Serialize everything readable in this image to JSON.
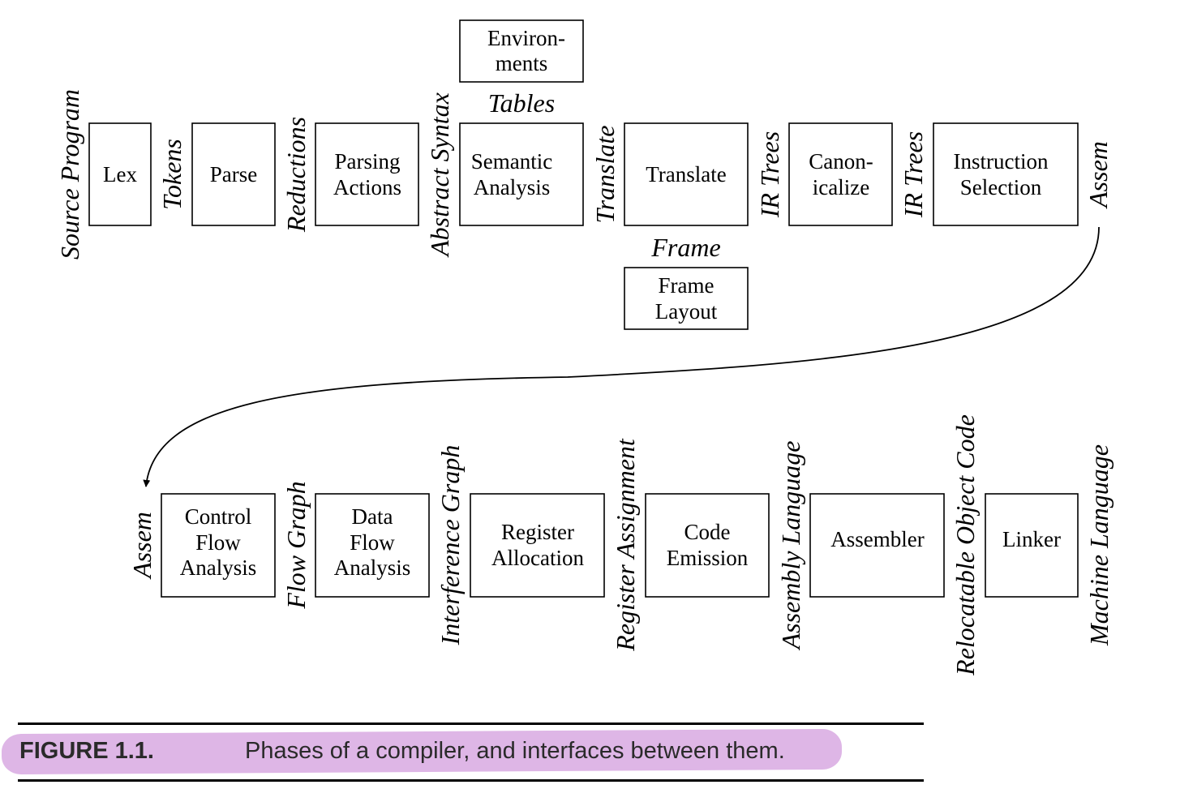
{
  "boxes": {
    "lex": [
      "Lex"
    ],
    "parse": [
      "Parse"
    ],
    "parsing_actions": [
      "Parsing",
      "Actions"
    ],
    "semantic_analysis": [
      "Semantic",
      "Analysis"
    ],
    "environments": [
      "Environ-",
      "ments"
    ],
    "translate": [
      "Translate"
    ],
    "frame_layout": [
      "Frame",
      "Layout"
    ],
    "canonicalize": [
      "Canon-",
      "icalize"
    ],
    "instruction_selection": [
      "Instruction",
      "Selection"
    ],
    "control_flow_analysis": [
      "Control",
      "Flow",
      "Analysis"
    ],
    "data_flow_analysis": [
      "Data",
      "Flow",
      "Analysis"
    ],
    "register_allocation": [
      "Register",
      "Allocation"
    ],
    "code_emission": [
      "Code",
      "Emission"
    ],
    "assembler": [
      "Assembler"
    ],
    "linker": [
      "Linker"
    ]
  },
  "interfaces": {
    "source_program": "Source Program",
    "tokens": "Tokens",
    "reductions": "Reductions",
    "abstract_syntax": "Abstract Syntax",
    "tables": "Tables",
    "translate": "Translate",
    "frame": "Frame",
    "ir_trees_1": "IR Trees",
    "ir_trees_2": "IR Trees",
    "assem_top": "Assem",
    "assem_bottom": "Assem",
    "flow_graph": "Flow Graph",
    "interference_graph": "Interference Graph",
    "register_assignment": "Register Assignment",
    "assembly_language": "Assembly Language",
    "relocatable_object_code": "Relocatable Object Code",
    "machine_language": "Machine Language"
  },
  "caption": {
    "figure_label": "FIGURE 1.1.",
    "text": "Phases of a compiler, and interfaces between them.",
    "highlight_color": "#deb6e6"
  }
}
